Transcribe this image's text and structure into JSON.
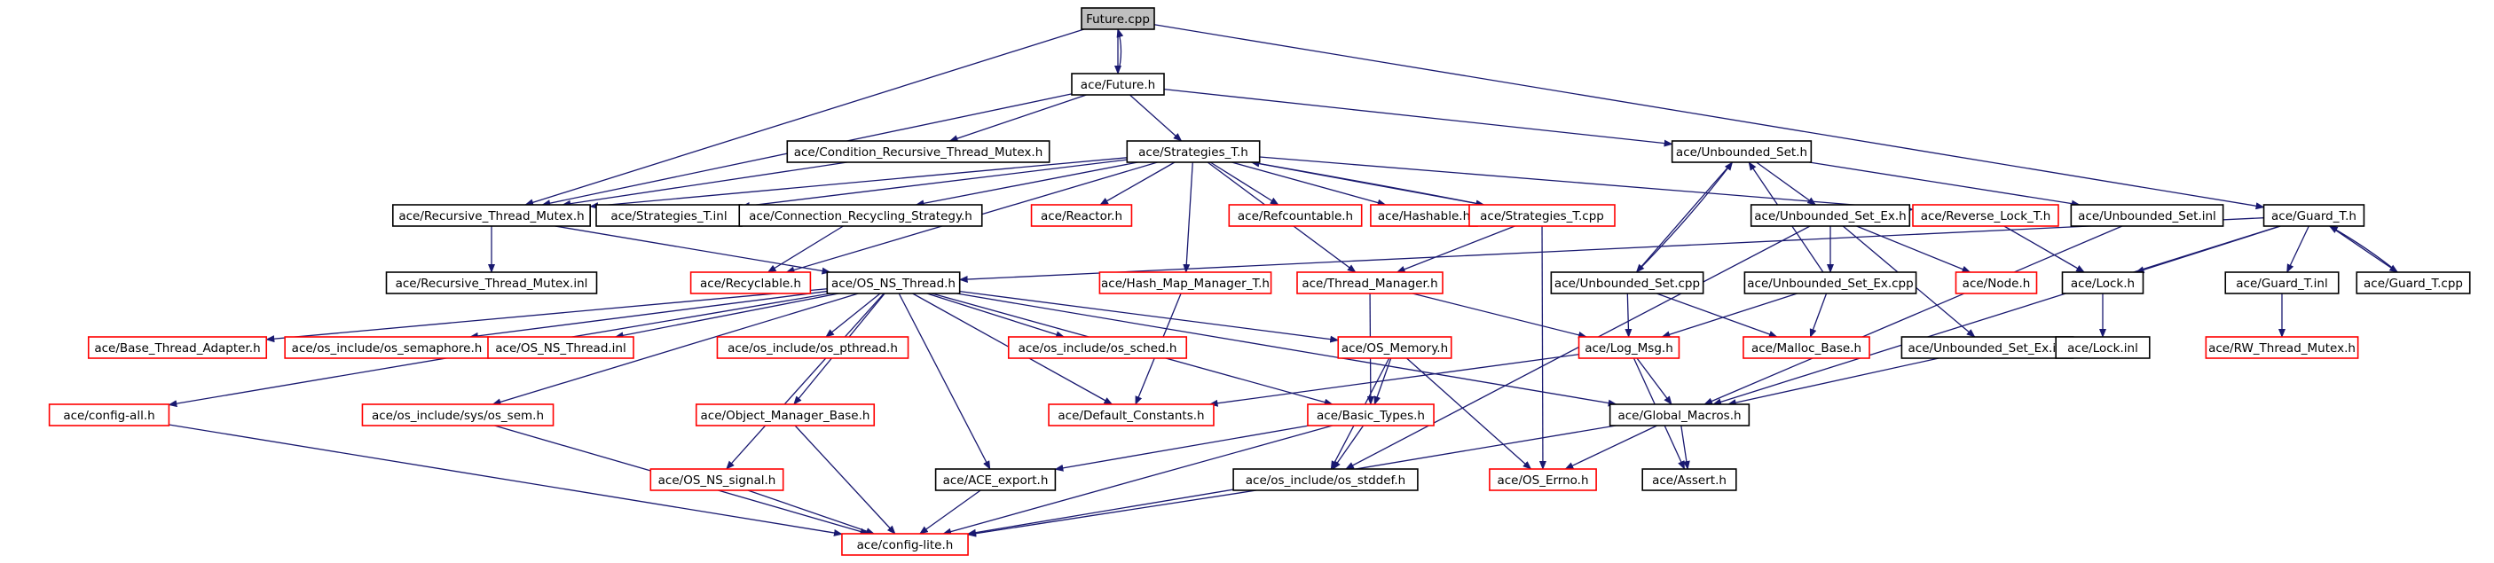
{
  "graph": {
    "colors": {
      "edge": "#191970",
      "documented_border": "#000000",
      "undocumented_border": "#ff0000",
      "root_fill": "#bfbfbf"
    },
    "nodes": [
      {
        "id": "future_cpp",
        "label": "Future.cpp",
        "style": "root"
      },
      {
        "id": "future_h",
        "label": "ace/Future.h",
        "style": "black"
      },
      {
        "id": "cond_rec",
        "label": "ace/Condition_Recursive_Thread_Mutex.h",
        "style": "black"
      },
      {
        "id": "strategies_t_h",
        "label": "ace/Strategies_T.h",
        "style": "black"
      },
      {
        "id": "unbounded_set_h",
        "label": "ace/Unbounded_Set.h",
        "style": "black"
      },
      {
        "id": "rec_mutex_h",
        "label": "ace/Recursive_Thread_Mutex.h",
        "style": "black"
      },
      {
        "id": "strategies_t_inl",
        "label": "ace/Strategies_T.inl",
        "style": "black"
      },
      {
        "id": "conn_recycling",
        "label": "ace/Connection_Recycling_Strategy.h",
        "style": "black"
      },
      {
        "id": "reactor_h",
        "label": "ace/Reactor.h",
        "style": "red"
      },
      {
        "id": "refcountable_h",
        "label": "ace/Refcountable.h",
        "style": "red"
      },
      {
        "id": "hashable_h",
        "label": "ace/Hashable.h",
        "style": "red"
      },
      {
        "id": "strategies_t_cpp",
        "label": "ace/Strategies_T.cpp",
        "style": "red"
      },
      {
        "id": "reverse_lock",
        "label": "ace/Reverse_Lock_T.h",
        "style": "red"
      },
      {
        "id": "unbounded_set_ex_h",
        "label": "ace/Unbounded_Set_Ex.h",
        "style": "black"
      },
      {
        "id": "unbounded_set_inl",
        "label": "ace/Unbounded_Set.inl",
        "style": "black"
      },
      {
        "id": "guard_t_h",
        "label": "ace/Guard_T.h",
        "style": "black"
      },
      {
        "id": "rec_mutex_inl",
        "label": "ace/Recursive_Thread_Mutex.inl",
        "style": "black"
      },
      {
        "id": "recyclable_h",
        "label": "ace/Recyclable.h",
        "style": "red"
      },
      {
        "id": "os_ns_thread_h",
        "label": "ace/OS_NS_Thread.h",
        "style": "black"
      },
      {
        "id": "hash_map_mgr",
        "label": "ace/Hash_Map_Manager_T.h",
        "style": "red"
      },
      {
        "id": "thread_mgr",
        "label": "ace/Thread_Manager.h",
        "style": "red"
      },
      {
        "id": "unbounded_set_cpp",
        "label": "ace/Unbounded_Set.cpp",
        "style": "black"
      },
      {
        "id": "unbounded_set_ex_cpp",
        "label": "ace/Unbounded_Set_Ex.cpp",
        "style": "black"
      },
      {
        "id": "node_h",
        "label": "ace/Node.h",
        "style": "red"
      },
      {
        "id": "lock_h",
        "label": "ace/Lock.h",
        "style": "black"
      },
      {
        "id": "guard_t_inl",
        "label": "ace/Guard_T.inl",
        "style": "black"
      },
      {
        "id": "guard_t_cpp",
        "label": "ace/Guard_T.cpp",
        "style": "black"
      },
      {
        "id": "base_thread_adapter",
        "label": "ace/Base_Thread_Adapter.h",
        "style": "red"
      },
      {
        "id": "os_semaphore",
        "label": "ace/os_include/os_semaphore.h",
        "style": "red"
      },
      {
        "id": "os_ns_thread_inl",
        "label": "ace/OS_NS_Thread.inl",
        "style": "red"
      },
      {
        "id": "os_pthread",
        "label": "ace/os_include/os_pthread.h",
        "style": "red"
      },
      {
        "id": "os_sched",
        "label": "ace/os_include/os_sched.h",
        "style": "red"
      },
      {
        "id": "os_memory",
        "label": "ace/OS_Memory.h",
        "style": "red"
      },
      {
        "id": "log_msg",
        "label": "ace/Log_Msg.h",
        "style": "red"
      },
      {
        "id": "malloc_base",
        "label": "ace/Malloc_Base.h",
        "style": "red"
      },
      {
        "id": "unbounded_set_ex_inl",
        "label": "ace/Unbounded_Set_Ex.inl",
        "style": "black"
      },
      {
        "id": "lock_inl",
        "label": "ace/Lock.inl",
        "style": "black"
      },
      {
        "id": "rw_thread_mutex",
        "label": "ace/RW_Thread_Mutex.h",
        "style": "red"
      },
      {
        "id": "config_all",
        "label": "ace/config-all.h",
        "style": "red"
      },
      {
        "id": "os_sem",
        "label": "ace/os_include/sys/os_sem.h",
        "style": "red"
      },
      {
        "id": "object_mgr_base",
        "label": "ace/Object_Manager_Base.h",
        "style": "red"
      },
      {
        "id": "default_constants",
        "label": "ace/Default_Constants.h",
        "style": "red"
      },
      {
        "id": "basic_types",
        "label": "ace/Basic_Types.h",
        "style": "red"
      },
      {
        "id": "global_macros",
        "label": "ace/Global_Macros.h",
        "style": "black"
      },
      {
        "id": "os_ns_signal",
        "label": "ace/OS_NS_signal.h",
        "style": "red"
      },
      {
        "id": "ace_export",
        "label": "ace/ACE_export.h",
        "style": "black"
      },
      {
        "id": "os_stddef",
        "label": "ace/os_include/os_stddef.h",
        "style": "black"
      },
      {
        "id": "os_errno",
        "label": "ace/OS_Errno.h",
        "style": "red"
      },
      {
        "id": "assert_h",
        "label": "ace/Assert.h",
        "style": "black"
      },
      {
        "id": "config_lite",
        "label": "ace/config-lite.h",
        "style": "red"
      }
    ],
    "edges": [
      [
        "future_cpp",
        "future_h"
      ],
      [
        "future_h",
        "future_cpp"
      ],
      [
        "future_cpp",
        "rec_mutex_h"
      ],
      [
        "future_cpp",
        "guard_t_h"
      ],
      [
        "future_h",
        "cond_rec"
      ],
      [
        "future_h",
        "strategies_t_h"
      ],
      [
        "future_h",
        "unbounded_set_h"
      ],
      [
        "future_h",
        "rec_mutex_h"
      ],
      [
        "cond_rec",
        "rec_mutex_h"
      ],
      [
        "strategies_t_h",
        "rec_mutex_h"
      ],
      [
        "strategies_t_h",
        "strategies_t_inl"
      ],
      [
        "strategies_t_h",
        "conn_recycling"
      ],
      [
        "strategies_t_h",
        "reactor_h"
      ],
      [
        "strategies_t_h",
        "refcountable_h"
      ],
      [
        "strategies_t_h",
        "hashable_h"
      ],
      [
        "strategies_t_h",
        "strategies_t_cpp"
      ],
      [
        "strategies_t_cpp",
        "strategies_t_h"
      ],
      [
        "strategies_t_h",
        "reverse_lock"
      ],
      [
        "strategies_t_h",
        "recyclable_h"
      ],
      [
        "strategies_t_h",
        "hash_map_mgr"
      ],
      [
        "strategies_t_h",
        "thread_mgr"
      ],
      [
        "unbounded_set_h",
        "unbounded_set_ex_h"
      ],
      [
        "unbounded_set_h",
        "unbounded_set_inl"
      ],
      [
        "unbounded_set_h",
        "unbounded_set_cpp"
      ],
      [
        "unbounded_set_cpp",
        "unbounded_set_h"
      ],
      [
        "unbounded_set_ex_cpp",
        "unbounded_set_h"
      ],
      [
        "unbounded_set_ex_h",
        "unbounded_set_ex_cpp"
      ],
      [
        "unbounded_set_ex_h",
        "node_h"
      ],
      [
        "unbounded_set_ex_h",
        "unbounded_set_ex_inl"
      ],
      [
        "unbounded_set_ex_h",
        "os_stddef"
      ],
      [
        "unbounded_set_inl",
        "global_macros"
      ],
      [
        "guard_t_h",
        "lock_h"
      ],
      [
        "guard_t_h",
        "guard_t_inl"
      ],
      [
        "guard_t_h",
        "guard_t_cpp"
      ],
      [
        "guard_t_cpp",
        "guard_t_h"
      ],
      [
        "guard_t_h",
        "os_ns_thread_h"
      ],
      [
        "guard_t_h",
        "global_macros"
      ],
      [
        "rec_mutex_h",
        "rec_mutex_inl"
      ],
      [
        "rec_mutex_h",
        "os_ns_thread_h"
      ],
      [
        "conn_recycling",
        "recyclable_h"
      ],
      [
        "os_ns_thread_h",
        "base_thread_adapter"
      ],
      [
        "os_ns_thread_h",
        "os_semaphore"
      ],
      [
        "os_ns_thread_h",
        "os_ns_thread_inl"
      ],
      [
        "os_ns_thread_h",
        "os_pthread"
      ],
      [
        "os_ns_thread_h",
        "os_sched"
      ],
      [
        "os_ns_thread_h",
        "os_memory"
      ],
      [
        "os_ns_thread_h",
        "global_macros"
      ],
      [
        "os_ns_thread_h",
        "config_all"
      ],
      [
        "os_ns_thread_h",
        "os_sem"
      ],
      [
        "os_ns_thread_h",
        "object_mgr_base"
      ],
      [
        "os_ns_thread_h",
        "default_constants"
      ],
      [
        "os_ns_thread_h",
        "basic_types"
      ],
      [
        "os_ns_thread_h",
        "os_ns_signal"
      ],
      [
        "os_ns_thread_h",
        "ace_export"
      ],
      [
        "hash_map_mgr",
        "default_constants"
      ],
      [
        "thread_mgr",
        "basic_types"
      ],
      [
        "thread_mgr",
        "log_msg"
      ],
      [
        "strategies_t_cpp",
        "thread_mgr"
      ],
      [
        "strategies_t_cpp",
        "os_errno"
      ],
      [
        "unbounded_set_cpp",
        "log_msg"
      ],
      [
        "unbounded_set_cpp",
        "malloc_base"
      ],
      [
        "unbounded_set_ex_cpp",
        "log_msg"
      ],
      [
        "unbounded_set_ex_cpp",
        "malloc_base"
      ],
      [
        "reverse_lock",
        "lock_h"
      ],
      [
        "lock_h",
        "lock_inl"
      ],
      [
        "guard_t_inl",
        "rw_thread_mutex"
      ],
      [
        "unbounded_set_ex_inl",
        "global_macros"
      ],
      [
        "os_memory",
        "basic_types"
      ],
      [
        "os_memory",
        "os_stddef"
      ],
      [
        "os_memory",
        "os_errno"
      ],
      [
        "log_msg",
        "default_constants"
      ],
      [
        "log_msg",
        "global_macros"
      ],
      [
        "log_msg",
        "assert_h"
      ],
      [
        "global_macros",
        "os_errno"
      ],
      [
        "global_macros",
        "assert_h"
      ],
      [
        "global_macros",
        "config_lite"
      ],
      [
        "basic_types",
        "ace_export"
      ],
      [
        "basic_types",
        "os_stddef"
      ],
      [
        "basic_types",
        "config_lite"
      ],
      [
        "config_all",
        "config_lite"
      ],
      [
        "os_sem",
        "config_lite"
      ],
      [
        "object_mgr_base",
        "config_lite"
      ],
      [
        "os_ns_signal",
        "config_lite"
      ],
      [
        "ace_export",
        "config_lite"
      ],
      [
        "os_stddef",
        "config_lite"
      ]
    ]
  }
}
